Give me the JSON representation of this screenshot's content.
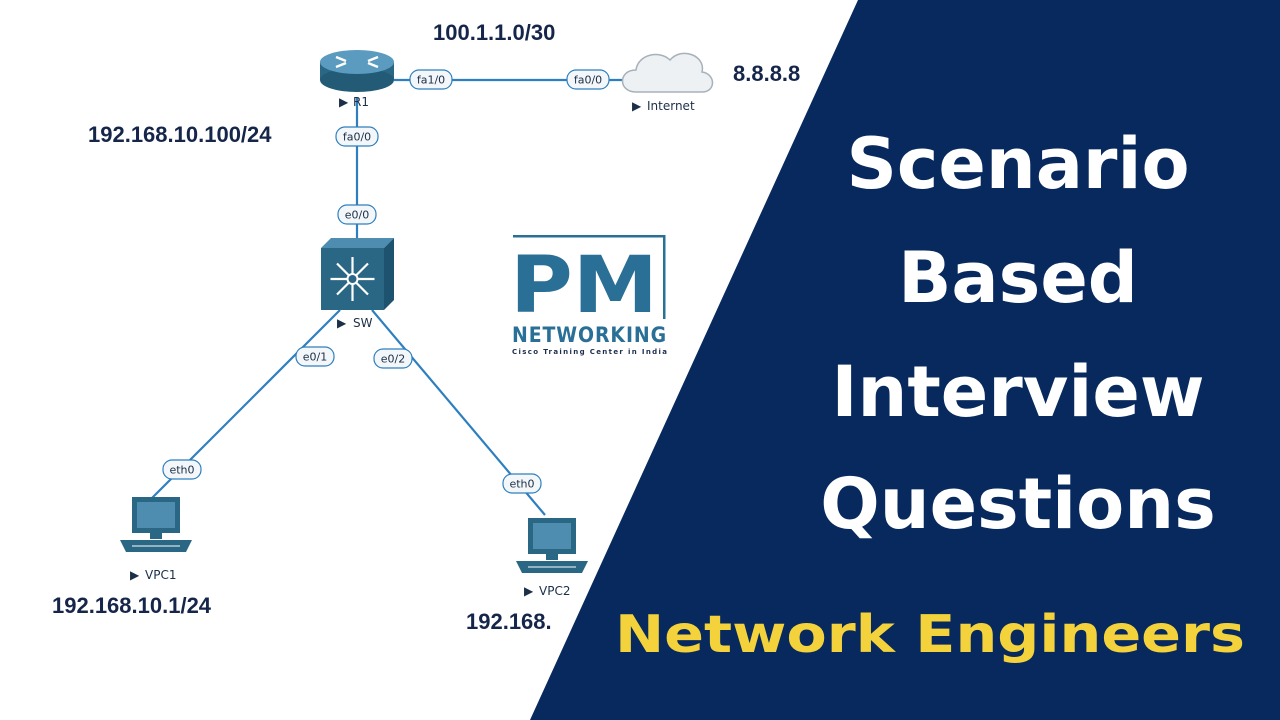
{
  "topology": {
    "nodes": {
      "r1": "R1",
      "internet": "Internet",
      "sw": "SW",
      "vpc1": "VPC1",
      "vpc2": "VPC2"
    },
    "ports": {
      "r1_fa10": "fa1/0",
      "internet_fa00": "fa0/0",
      "r1_fa00": "fa0/0",
      "sw_e00": "e0/0",
      "sw_e01": "e0/1",
      "sw_e02": "e0/2",
      "vpc1_eth0": "eth0",
      "vpc2_eth0": "eth0"
    },
    "addresses": {
      "wan_subnet": "100.1.1.0/30",
      "internet_ip": "8.8.8.8",
      "r1_lan_ip": "192.168.10.100/24",
      "vpc1_ip": "192.168.10.1/24",
      "vpc2_ip": "192.168."
    }
  },
  "logo": {
    "letters": "PM",
    "name": "NETWORKING",
    "tagline": "Cisco Training Center in India"
  },
  "panel": {
    "title_lines": [
      "Scenario",
      "Based",
      "Interview",
      "Questions"
    ],
    "subtitle": "Network Engineers"
  },
  "colors": {
    "panel_bg": "#07295e",
    "subtitle": "#f3d23c",
    "link": "#2e7fbf",
    "device_teal": "#2a6784"
  }
}
